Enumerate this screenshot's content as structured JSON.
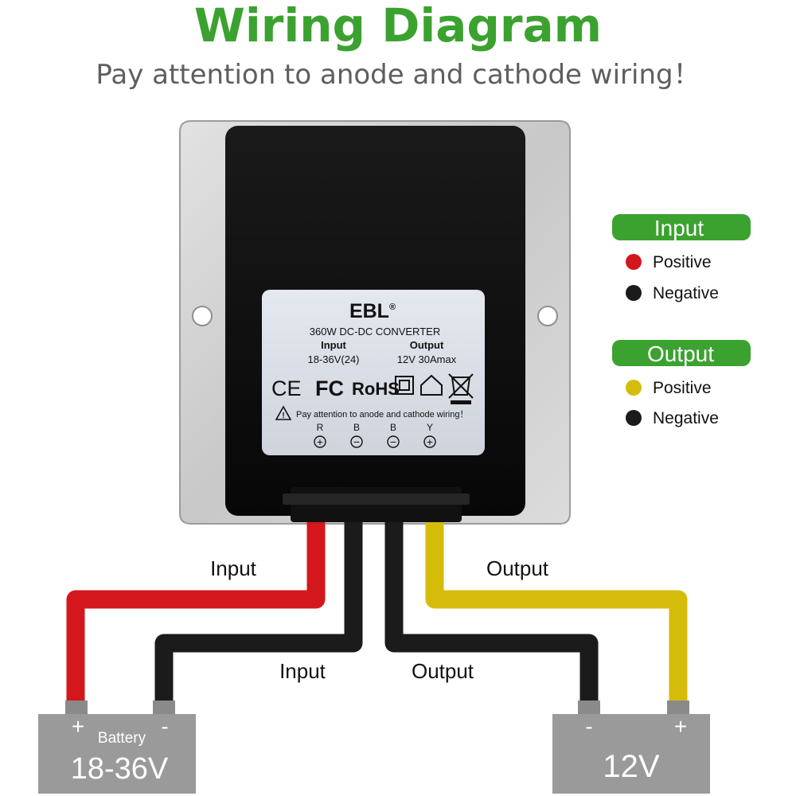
{
  "header": {
    "title": "Wiring Diagram",
    "subtitle": "Pay attention to anode and cathode wiring！"
  },
  "colors": {
    "accent_green": "#3ba22f",
    "wire_red": "#d3171c",
    "wire_black": "#1b1b1b",
    "wire_yellow": "#d6bc0a",
    "battery_gray": "#9a9a9a"
  },
  "label": {
    "brand": "EBL",
    "registered": "®",
    "model": "360W DC-DC CONVERTER",
    "input_heading": "Input",
    "output_heading": "Output",
    "input_spec": "18-36V(24)",
    "output_spec": "12V 30Amax",
    "cert_ce": "CE",
    "cert_fc": "FC",
    "cert_rohs": "RoHS",
    "warning": "Pay attention to anode and cathode wiring！",
    "pins": [
      {
        "letter": "R",
        "symbol": "+"
      },
      {
        "letter": "B",
        "symbol": "−"
      },
      {
        "letter": "B",
        "symbol": "−"
      },
      {
        "letter": "Y",
        "symbol": "+"
      }
    ]
  },
  "legend": {
    "input": {
      "title": "Input",
      "items": [
        {
          "color": "#d3171c",
          "text": "Positive"
        },
        {
          "color": "#1b1b1b",
          "text": "Negative"
        }
      ]
    },
    "output": {
      "title": "Output",
      "items": [
        {
          "color": "#d6bc0a",
          "text": "Positive"
        },
        {
          "color": "#1b1b1b",
          "text": "Negative"
        }
      ]
    }
  },
  "wires": {
    "input_positive_label": "Input",
    "input_negative_label": "Input",
    "output_positive_label": "Output",
    "output_negative_label": "Output"
  },
  "batteries": {
    "input": {
      "plus": "+",
      "minus": "-",
      "name": "Battery",
      "voltage": "18-36V"
    },
    "output": {
      "plus": "+",
      "minus": "-",
      "voltage": "12V"
    }
  }
}
